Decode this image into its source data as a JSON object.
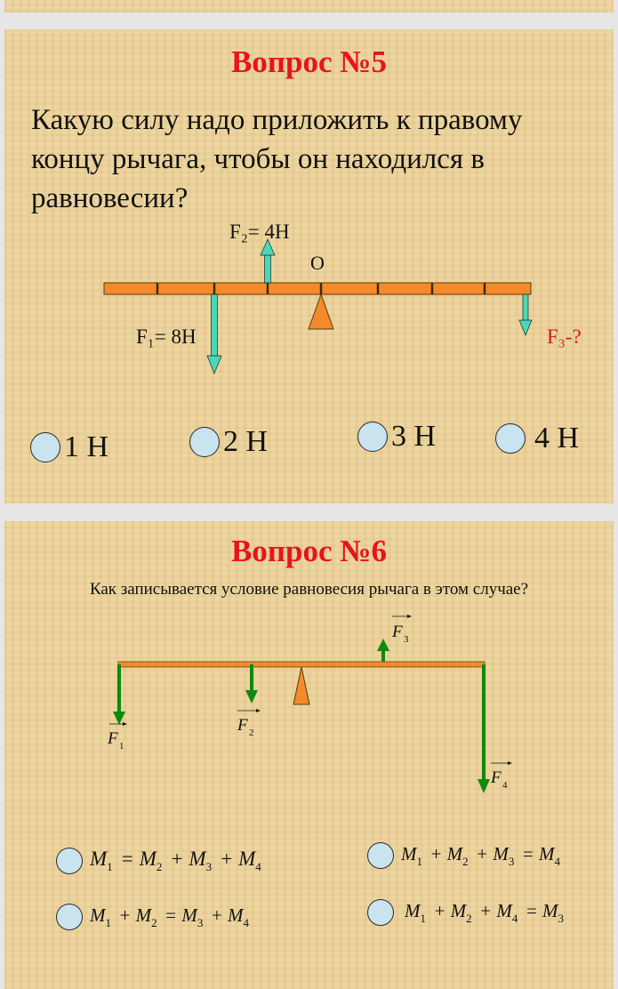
{
  "slide5": {
    "title": "Вопрос №5",
    "question": "Какую силу надо приложить к правому концу рычага, чтобы он находился в равновесии?",
    "labels": {
      "f2": "F₂= 4Н",
      "pivot": "О",
      "f1": "F₁= 8Н",
      "f3": "F₃-?"
    },
    "options": [
      "1 Н",
      "2 Н",
      "3 Н",
      "4 Н"
    ],
    "colors": {
      "lever": "#f48a2a",
      "arrow": "#48d8b8",
      "f3_label": "#d81818"
    }
  },
  "slide6": {
    "title": "Вопрос №6",
    "question": "Как записывается условие равновесия рычага в этом случае?",
    "force_labels": {
      "f1": {
        "base": "F",
        "sub": "1"
      },
      "f2": {
        "base": "F",
        "sub": "2"
      },
      "f3": {
        "base": "F",
        "sub": "3"
      },
      "f4": {
        "base": "F",
        "sub": "4"
      }
    },
    "options": [
      {
        "m1": "M",
        "s1": "1",
        "op1": "=",
        "m2": "M",
        "s2": "2",
        "op2": "+",
        "m3": "M",
        "s3": "3",
        "op3": "+",
        "m4": "M",
        "s4": "4"
      },
      {
        "m1": "M",
        "s1": "1",
        "op1": "+",
        "m2": "M",
        "s2": "2",
        "op2": "+",
        "m3": "M",
        "s3": "3",
        "op3": "=",
        "m4": "M",
        "s4": "4"
      },
      {
        "m1": "M",
        "s1": "1",
        "op1": "+",
        "m2": "M",
        "s2": "2",
        "op2": "=",
        "m3": "M",
        "s3": "3",
        "op3": "+",
        "m4": "M",
        "s4": "4"
      },
      {
        "m1": "M",
        "s1": "1",
        "op1": "+",
        "m2": "M",
        "s2": "2",
        "op2": "+",
        "m3": "M",
        "s3": "4",
        "op3": "=",
        "m4": "M",
        "s4": "3"
      }
    ],
    "colors": {
      "lever": "#f48a2a",
      "arrow": "#0e8a0e"
    }
  }
}
